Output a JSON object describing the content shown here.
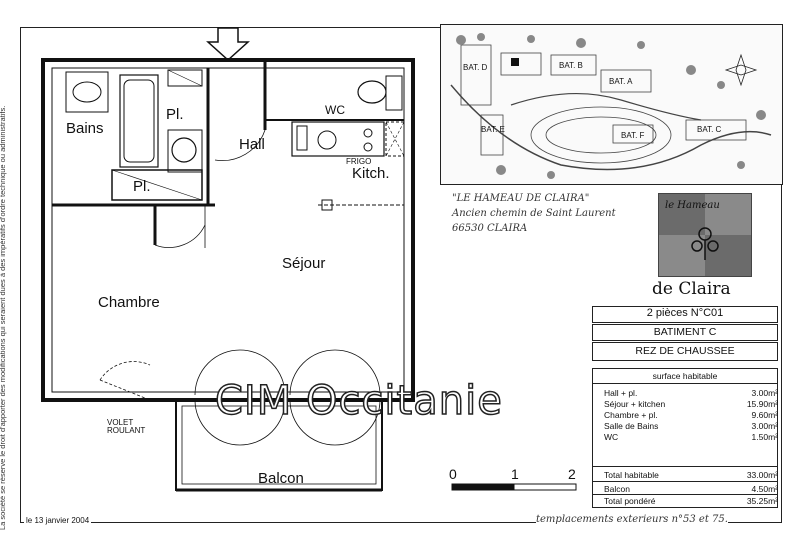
{
  "side_note": "La société se réserve le droit d'apporter des modifications qui seraient dues à des impératifs d'ordre technique ou administratifs.",
  "rooms": {
    "bains": "Bains",
    "pl1": "Pl.",
    "pl2": "Pl.",
    "wc": "WC",
    "hall": "Hall",
    "frigo": "FRIGO",
    "kitch": "Kitch.",
    "sejour": "Séjour",
    "chambre": "Chambre",
    "balcon": "Balcon",
    "volet": "VOLET",
    "roulant": "ROULANT"
  },
  "site_plan_labels": {
    "bat_d": "BAT. D",
    "bat_b": "BAT. B",
    "bat_a": "BAT. A",
    "bat_e": "BAT. E",
    "bat_f": "BAT. F",
    "bat_c": "BAT. C"
  },
  "address_handwritten": {
    "line1": "\"LE HAMEAU DE CLAIRA\"",
    "line2": "Ancien chemin de Saint Laurent",
    "line3": "66530 CLAIRA"
  },
  "logo": {
    "script": "le Hameau",
    "text": "de Claira"
  },
  "program": {
    "title": "2 pièces N°C01",
    "building": "BATIMENT C",
    "floor": "REZ DE CHAUSSEE"
  },
  "surface": {
    "header": "surface habitable",
    "rows": [
      {
        "label": "Hall + pl.",
        "value": "3.00m²"
      },
      {
        "label": "Séjour + kitchen",
        "value": "15.90m²"
      },
      {
        "label": "Chambre + pl.",
        "value": "9.60m²"
      },
      {
        "label": "Salle de Bains",
        "value": "3.00m²"
      },
      {
        "label": "WC",
        "value": "1.50m²"
      }
    ],
    "total_habitable_label": "Total habitable",
    "total_habitable_value": "33.00m²",
    "balcon_label": "Balcon",
    "balcon_value": "4.50m²",
    "total_pondere_label": "Total pondéré",
    "total_pondere_value": "35.25m²"
  },
  "scale": {
    "t0": "0",
    "t1": "1",
    "t2": "2"
  },
  "watermark": "CIM Occitanie",
  "date": "le 13 janvier 2004",
  "handwritten_note": "templacements exterieurs n°53 et 75."
}
